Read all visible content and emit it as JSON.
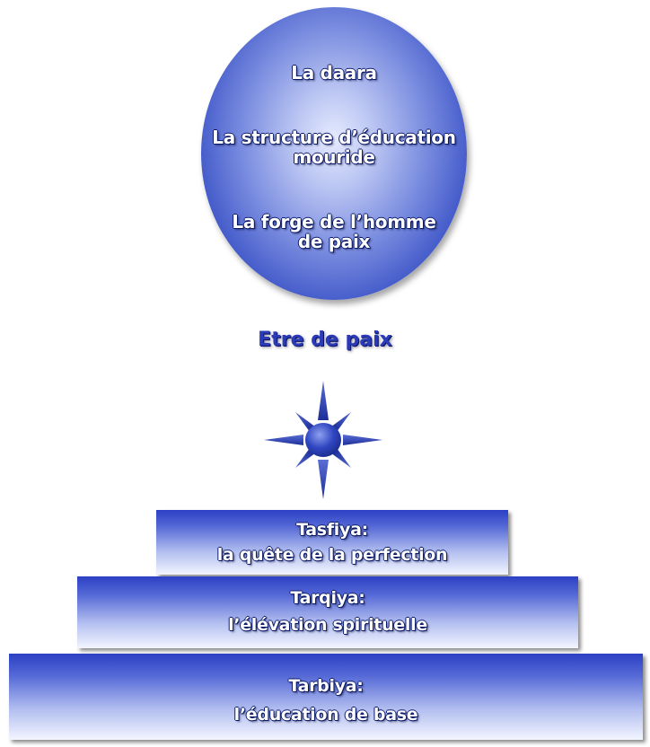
{
  "circle": {
    "line1": "La daara",
    "line2a": "La structure d’éducation",
    "line2b": "mouride",
    "line3a": "La forge de l’homme",
    "line3b": "de paix"
  },
  "center_label": "Etre de paix",
  "steps": [
    {
      "title": "Tasfiya:",
      "subtitle": "la quête de la perfection"
    },
    {
      "title": "Tarqiya:",
      "subtitle": "l’élévation spirituelle"
    },
    {
      "title": "Tarbiya:",
      "subtitle": "l’éducation de base"
    }
  ],
  "colors": {
    "primary_blue": "#2c40c4",
    "text_outline": "#0a1a6a",
    "label_blue": "#2a3ab8"
  },
  "icon": "sun-star-icon"
}
